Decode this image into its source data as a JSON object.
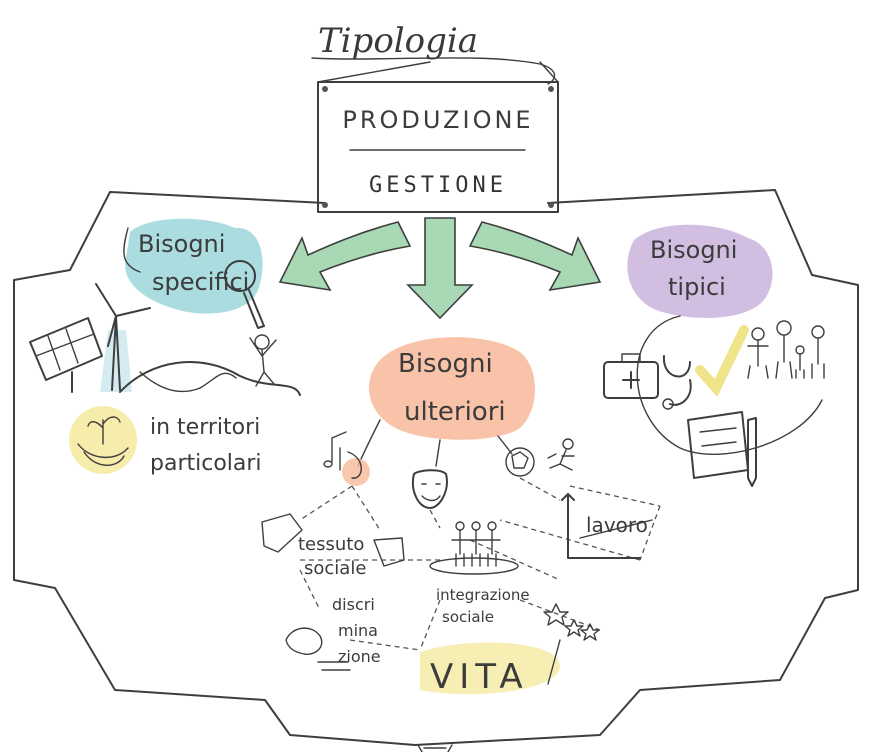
{
  "title": "Tipologia",
  "sign": {
    "top": "PRODUZIONE",
    "bottom": "GESTIONE"
  },
  "clouds": {
    "specifici": {
      "line1": "Bisogni",
      "line2": "specifici"
    },
    "tipici": {
      "line1": "Bisogni",
      "line2": "tipici"
    },
    "ulteriori": {
      "line1": "Bisogni",
      "line2": "ulteriori"
    }
  },
  "labels": {
    "territori_1": "in territori",
    "territori_2": "particolari",
    "tessuto_1": "tessuto",
    "tessuto_2": "sociale",
    "integrazione_1": "integrazione",
    "integrazione_2": "sociale",
    "discri_1": "discri",
    "discri_2": "mina",
    "discri_3": "zione",
    "lavoro": "lavoro",
    "vita": "VITA"
  },
  "colors": {
    "teal": "#8fd1d6",
    "purple": "#c9b3dc",
    "orange": "#f8b99a",
    "yellow": "#f6ecab",
    "arrow": "#a8d9b4",
    "outline": "#3e3e3e"
  },
  "icons": [
    "magnifier-icon",
    "solar-panel-icon",
    "wind-turbine-icon",
    "person-cheering-icon",
    "hands-plant-icon",
    "medical-kit-icon",
    "stethoscope-icon",
    "checkmark-icon",
    "family-icon",
    "book-pencil-icon",
    "music-notes-icon",
    "theater-mask-icon",
    "soccer-ball-icon",
    "runner-icon",
    "handshake-icon",
    "people-group-icon",
    "stars-icon"
  ]
}
